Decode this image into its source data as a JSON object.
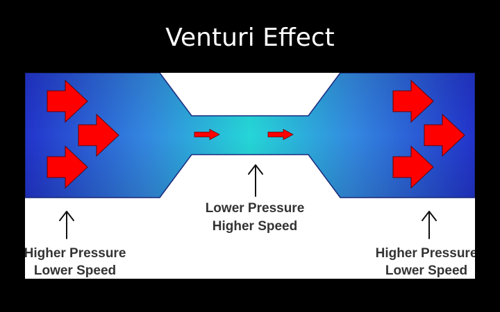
{
  "title": "Venturi Effect",
  "colors": {
    "background": "#000000",
    "title_text": "#ffffff",
    "panel": "#ffffff",
    "flow_edge": "#2233cc",
    "flow_mid": "#3388e0",
    "flow_throat": "#25d6d8",
    "arrow_fill": "#ff0000",
    "arrow_stroke": "#660000",
    "label_text": "#333333",
    "pointer": "#111111"
  },
  "labels": {
    "throat": {
      "line1": "Lower Pressure",
      "line2": "Higher Speed"
    },
    "inlet": {
      "line1": "Higher Pressure",
      "line2": "Lower Speed"
    },
    "outlet": {
      "line1": "Higher Pressure",
      "line2": "Lower Speed"
    }
  }
}
